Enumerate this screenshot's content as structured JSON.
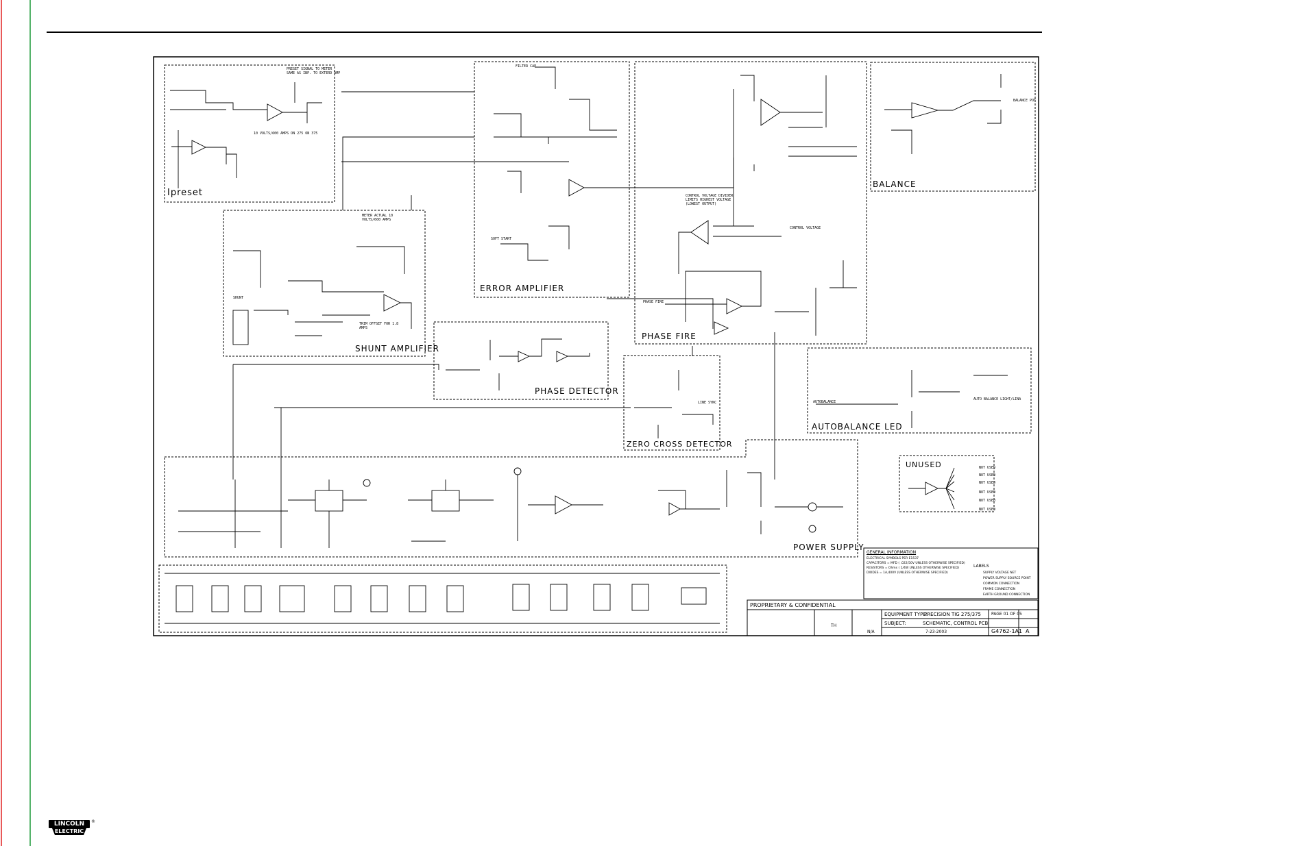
{
  "margin_lines": {
    "left_color": "#e02020",
    "right_color": "#1f9a3a"
  },
  "blocks": {
    "ipreset": "Ipreset",
    "error_amplifier": "ERROR AMPLIFIER",
    "phase_fire": "PHASE FIRE",
    "balance": "BALANCE",
    "shunt_amplifier": "SHUNT AMPLIFIER",
    "phase_detector": "PHASE DETECTOR",
    "zero_cross_detector": "ZERO CROSS DETECTOR",
    "autobalance_led": "AUTOBALANCE LED",
    "unused": "UNUSED",
    "power_supply": "POWER SUPPLY"
  },
  "notes": {
    "preset_signal": "PRESET SIGNAL TO METER SAME AS IBP. TO EXTERD AMP",
    "volts_preset": "10 VOLTS/600 AMPS ON 275 ON 375",
    "metered_actual": "METER ACTUAL 10 VOLTS/600 AMPS",
    "trim_offset": "TRIM OFFSET FOR 1.8 AMPS",
    "control_voltage_divider": "CONTROL VOLTAGE DIVIDER LIMITS HIGHEST VOLTAGE (LOWEST OUTPUT)",
    "control_voltage": "CONTROL VOLTAGE",
    "line_sync": "LINE SYNC",
    "autobalance_note": "AUTO BALANCE LIGHT/LINA",
    "balance_pot": "BALANCE POT",
    "soft_start": "SOFT START",
    "filter_cap": "FILTER CAP",
    "phase_fire_label": "PHASE FIRE",
    "autobalance_label": "AUTOBALANCE",
    "shunt": "SHUNT"
  },
  "unused_outputs": [
    "NOT USED",
    "NOT USED",
    "NOT USED",
    "NOT USED",
    "NOT USED",
    "NOT USED"
  ],
  "general_info": {
    "title": "GENERAL INFORMATION",
    "lines": [
      "ELECTRICAL SYMBOLS PER E1537",
      "CAPACITORS = MFD ( .022/50V UNLESS OTHERWISE SPECIFIED)",
      "RESISTORS = Ohms ( 1/4W UNLESS OTHERWISE SPECIFIED)",
      "DIODES = 1A,400V (UNLESS OTHERWISE SPECIFIED)"
    ],
    "labels_title": "LABELS",
    "labels": [
      "SUPPLY VOLTAGE NET",
      "POWER SUPPLY SOURCE POINT",
      "COMMON CONNECTION",
      "FRAME CONNECTION",
      "EARTH GROUND CONNECTION"
    ]
  },
  "title_block": {
    "proprietary": "PROPRIETARY & CONFIDENTIAL",
    "equipment_type_label": "EQUIPMENT TYPE:",
    "equipment_type": "PRECISION TIG 275/375",
    "page": "PAGE 01 OF 05",
    "subject_label": "SUBJECT:",
    "subject": "SCHEMATIC, CONTROL PCB",
    "document_number": "G4762-1A1",
    "revision": "A",
    "approval_date": "7-23-2003",
    "engineer": "TH",
    "drawn_by": "",
    "material": "N/A"
  },
  "logo": {
    "line1": "LINCOLN",
    "line2": "ELECTRIC",
    "reg": "®"
  }
}
